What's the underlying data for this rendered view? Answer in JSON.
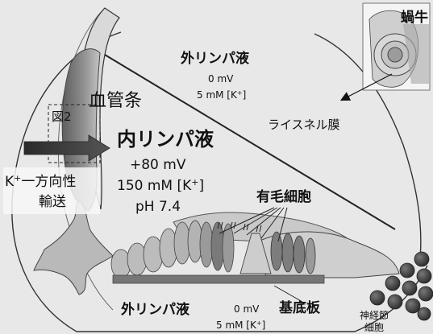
{
  "inset_label": "蝸牛",
  "outer_lymph_top": {
    "name": "外リンパ液",
    "potential": "0 mV",
    "potassium_value": "5 mM [K",
    "potassium_sup": "+",
    "potassium_close": "]"
  },
  "stria": {
    "label": "血管条"
  },
  "figure_ref": "図2",
  "reissner": {
    "label": "ライスネル膜"
  },
  "endolymph": {
    "name": "内リンパ液",
    "potential": "+80 mV",
    "potassium_value": "150 mM [K",
    "potassium_sup": "+",
    "potassium_close": "]",
    "ph": "pH 7.4"
  },
  "transport": {
    "k": "K",
    "k_sup": "+",
    "line1_rest": "一方向性",
    "line2": "輸送"
  },
  "hair_cell": {
    "label": "有毛細胞"
  },
  "basilar": {
    "label": "基底板"
  },
  "outer_lymph_bottom": {
    "name": "外リンパ液",
    "potential": "0 mV",
    "potassium_value": "5 mM [K",
    "potassium_sup": "+",
    "potassium_close": "]"
  },
  "ganglion": {
    "line1": "神経節",
    "line2": "細胞"
  },
  "colors": {
    "background": "#e6e6e6",
    "stria_dark": "#6a6a6a",
    "stria_light": "#b8b8b8",
    "cell_fill": "#bdbdbd",
    "cell_dark": "#8a8a8a",
    "arrow": "#3a3a3a",
    "basilar": "#777777",
    "neuron": "#3b3b3b"
  }
}
